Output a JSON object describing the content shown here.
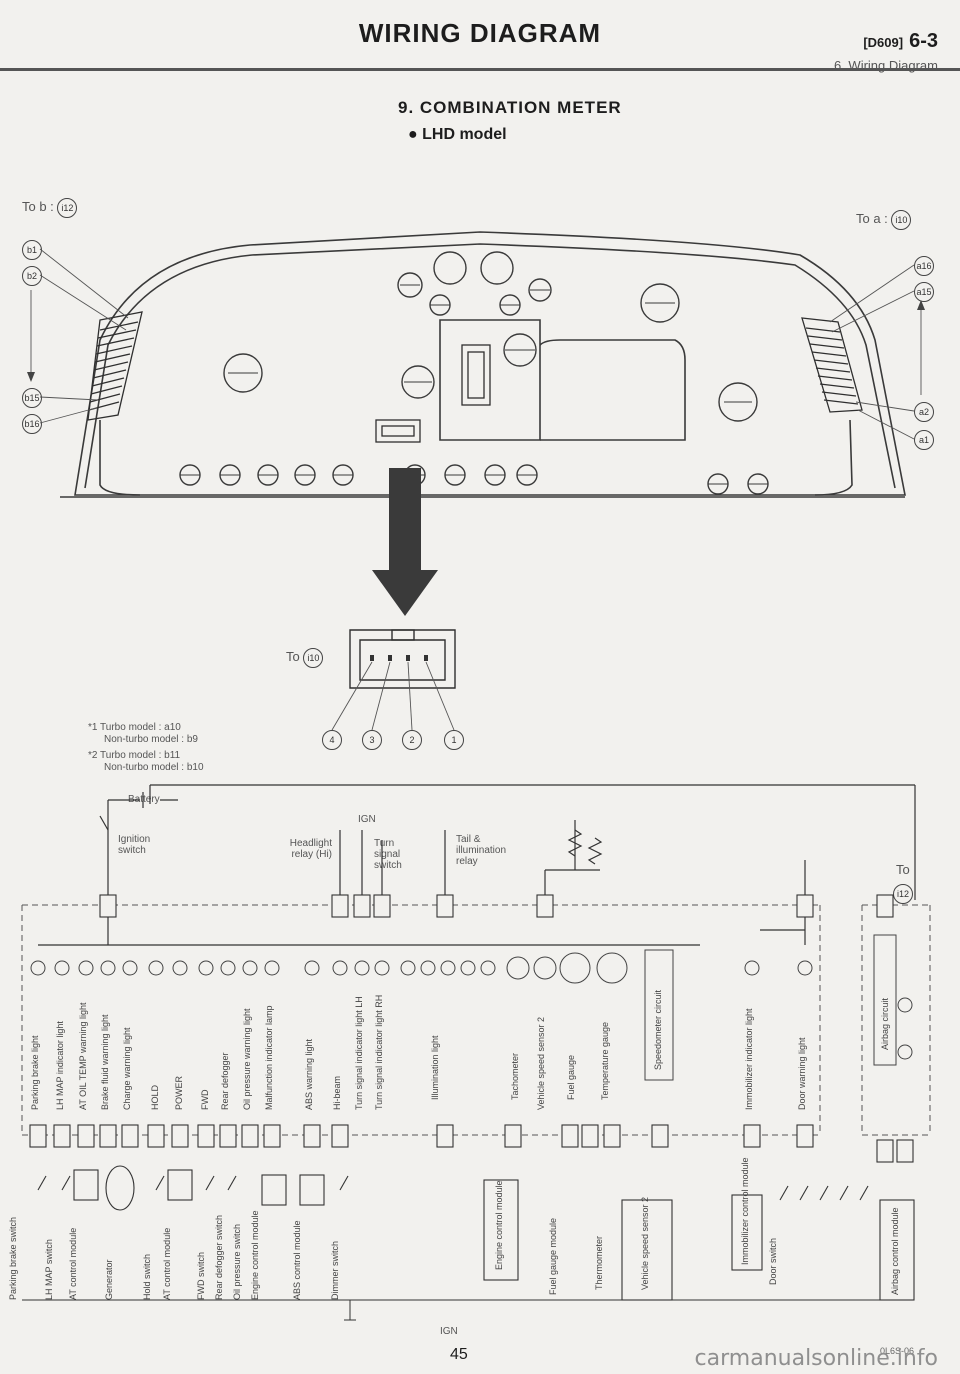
{
  "header": {
    "title": "WIRING DIAGRAM",
    "code": "[D609]",
    "page_ref": "6-3",
    "subtitle": "6. Wiring Diagram"
  },
  "section": {
    "title": "9. COMBINATION METER",
    "model": "LHD model"
  },
  "meter": {
    "to_b_label": "To b :",
    "to_b_connector": "i12",
    "to_a_label": "To a :",
    "to_a_connector": "i10",
    "left_pins": [
      "b1",
      "b2",
      "b15",
      "b16"
    ],
    "right_pins": [
      "a16",
      "a15",
      "a2",
      "a1"
    ]
  },
  "connector": {
    "to_label": "To",
    "id": "i10",
    "pins": [
      "4",
      "3",
      "2",
      "1"
    ]
  },
  "notes": [
    "*1 Turbo model : a10",
    "Non-turbo model : b9",
    "*2 Turbo model : b11",
    "Non-turbo model : b10"
  ],
  "schematic": {
    "battery": "Battery",
    "ignition": "Ignition switch",
    "headlight_relay": "Headlight relay (Hi)",
    "turn_switch": "Turn signal switch",
    "tail_relay": "Tail & illumination relay",
    "ign": "IGN",
    "to_label": "To",
    "to_connector": "i12",
    "indicators": [
      "Parking brake light",
      "LH MAP indicator light",
      "AT OIL TEMP warning light",
      "Brake fluid warning light",
      "Charge warning light",
      "HOLD",
      "POWER",
      "FWD",
      "Rear defogger",
      "Oil pressure warning light",
      "Malfunction indicator lamp",
      "ABS warning light",
      "Hi-beam",
      "Turn signal indicator light LH",
      "Turn signal indicator light RH",
      "Illumination light",
      "Tachometer",
      "Vehicle speed sensor 2",
      "Fuel gauge",
      "Temperature gauge",
      "Speedometer circuit",
      "Immobilizer indicator light",
      "Door warning light",
      "Airbag circuit"
    ],
    "switches": [
      "Parking brake switch",
      "LH MAP switch",
      "AT control module",
      "Generator",
      "Hold switch",
      "AT control module",
      "FWD switch",
      "Rear defogger switch",
      "Oil pressure switch",
      "Engine control module",
      "ABS control module",
      "Dimmer switch"
    ],
    "modules": [
      "Engine control module",
      "Fuel gauge module",
      "Thermometer",
      "Vehicle speed sensor 2",
      "Immobilizer control module",
      "Door switch",
      "Airbag control module"
    ]
  },
  "footer": {
    "page": "45",
    "code": "0L6S-06",
    "watermark": "carmanualsonline.info"
  }
}
